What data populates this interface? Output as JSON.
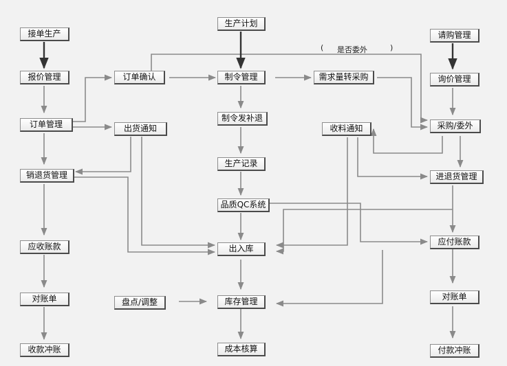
{
  "nodes": {
    "n1": "接单生产",
    "n2": "报价管理",
    "n3": "订单管理",
    "n4": "销退货管理",
    "n5": "应收账款",
    "n6": "对账单",
    "n7": "收款冲账",
    "n8": "订单确认",
    "n9": "出货通知",
    "n10": "盘点/调整",
    "n11": "生产计划",
    "n12": "制令管理",
    "n13": "制令发补退",
    "n14": "生产记录",
    "n15": "品质QC系统",
    "n16": "出入库",
    "n17": "库存管理",
    "n18": "成本核算",
    "n19": "需求量转采购",
    "n20": "收料通知",
    "n21": "请购管理",
    "n22": "询价管理",
    "n23": "采购/委外",
    "n24": "进退货管理",
    "n25": "应付账款",
    "n26": "对账单",
    "n27": "付款冲账"
  },
  "annotations": {
    "outsource_question": "是否委外",
    "paren_open": "(",
    "paren_close": ")"
  },
  "colors": {
    "line": "#8a8a8a",
    "line_dark": "#333333",
    "box_border": "#4a4a4a"
  }
}
